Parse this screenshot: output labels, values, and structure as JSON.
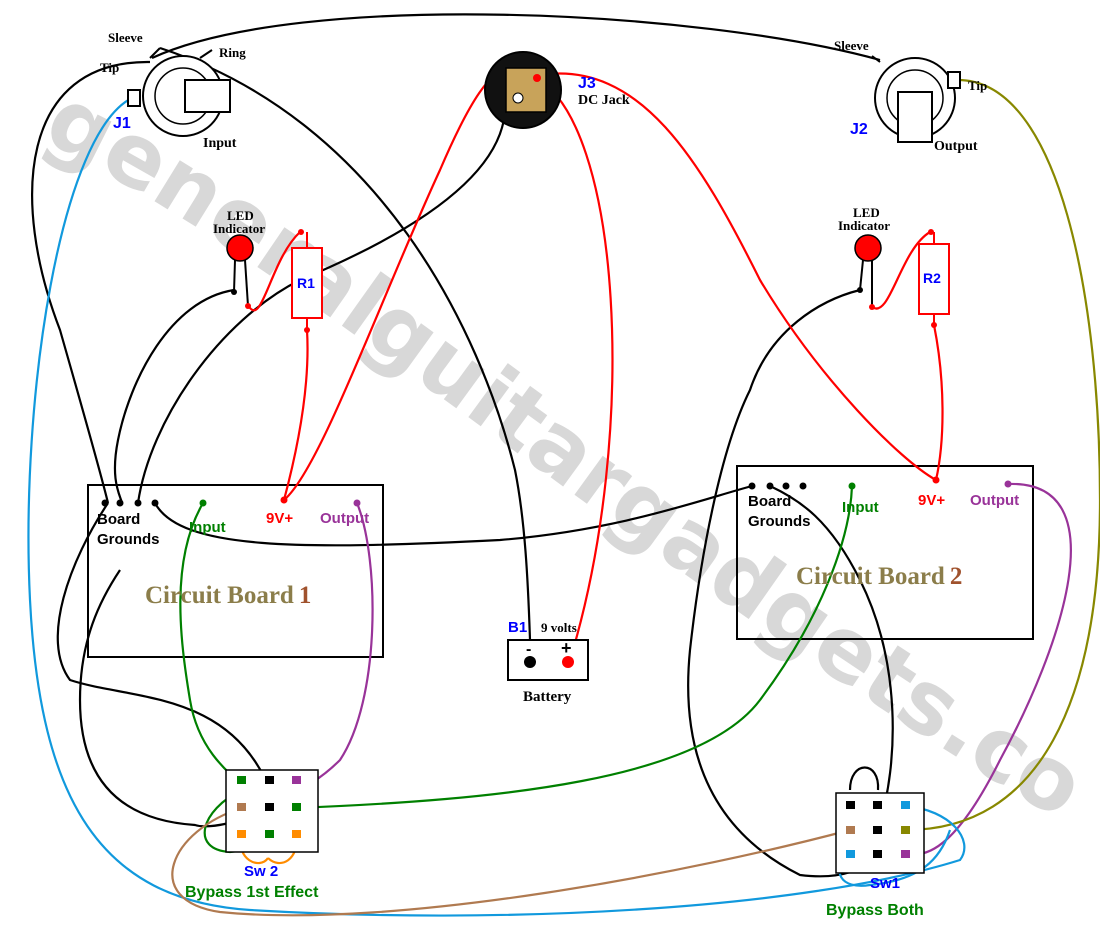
{
  "watermark": "generalguitargadgets.com",
  "colors": {
    "black": "#000000",
    "red": "#ff0000",
    "green": "#008000",
    "purple": "#993399",
    "blue": "#0000ff",
    "cyan": "#1199dd",
    "olive": "#888800",
    "brown": "#b07a50",
    "orange": "#ff8c00",
    "boardText": "#8b7d4a",
    "watermark": "#d4d4d4"
  },
  "jacks": {
    "j1": {
      "id": "J1",
      "name": "Input",
      "sleeve": "Sleeve",
      "tip": "Tip",
      "ring": "Ring"
    },
    "j2": {
      "id": "J2",
      "name": "Output",
      "sleeve": "Sleeve",
      "tip": "Tip"
    },
    "j3": {
      "id": "J3",
      "name": "DC Jack"
    }
  },
  "leds": {
    "led1": {
      "line1": "LED",
      "line2": "Indicator"
    },
    "led2": {
      "line1": "LED",
      "line2": "Indicator"
    }
  },
  "resistors": {
    "r1": "R1",
    "r2": "R2"
  },
  "boards": {
    "b1": {
      "title": "Circuit Board",
      "num": "1",
      "grounds1": "Board",
      "grounds2": "Grounds",
      "input": "Input",
      "v9": "9V+",
      "output": "Output"
    },
    "b2": {
      "title": "Circuit Board",
      "num": "2",
      "grounds1": "Board",
      "grounds2": "Grounds",
      "input": "Input",
      "v9": "9V+",
      "output": "Output"
    }
  },
  "battery": {
    "id": "B1",
    "volts": "9 volts",
    "name": "Battery",
    "neg": "-",
    "pos": "+"
  },
  "switches": {
    "sw1": {
      "id": "Sw1",
      "caption": "Bypass Both"
    },
    "sw2": {
      "id": "Sw 2",
      "caption": "Bypass  1st  Effect"
    }
  }
}
